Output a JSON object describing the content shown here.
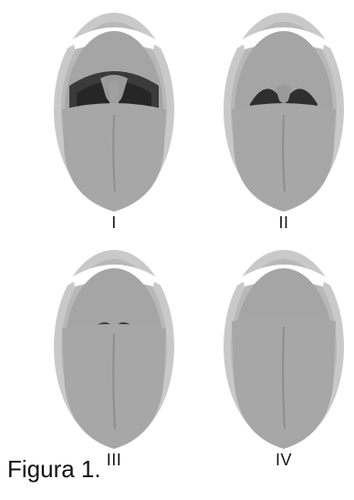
{
  "figure": {
    "caption": "Figura 1.",
    "panels": [
      {
        "label": "I"
      },
      {
        "label": "II"
      },
      {
        "label": "III"
      },
      {
        "label": "IV"
      }
    ]
  },
  "colors": {
    "lips": "#c9c9c9",
    "inner": "#b0b0b0",
    "palate": "#9c9c9c",
    "throat": "#2e2e2e",
    "uvula": "#9c9c9c",
    "teeth": "#ffffff",
    "tongue": "#a7a7a7",
    "tongue_line": "#8e8e8e",
    "background": "#ffffff"
  }
}
